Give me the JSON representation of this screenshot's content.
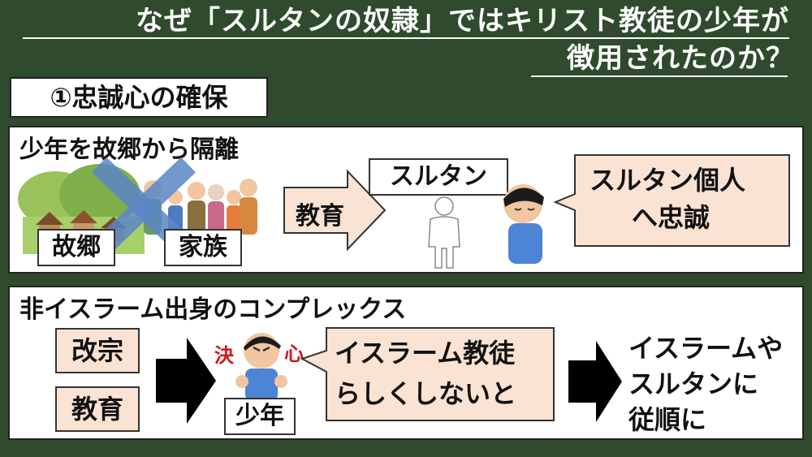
{
  "title": {
    "line1": "なぜ「スルタンの奴隷」ではキリスト教徒の少年が",
    "line2": "徴用されたのか？"
  },
  "section_label": "①忠誠心の確保",
  "panel1": {
    "heading": "少年を故郷から隔離",
    "hometown_label": "故郷",
    "family_label": "家族",
    "arrow_label": "教育",
    "sultan_label": "スルタン",
    "speech": {
      "line1": "スルタン個人",
      "line2": "へ忠誠"
    }
  },
  "panel2": {
    "heading": "非イスラーム出身のコンプレックス",
    "conversion_label": "改宗",
    "education_label": "教育",
    "boy_label": "少年",
    "resolve_chars": {
      "left": "決",
      "right": "心"
    },
    "speech": {
      "line1": "イスラーム教徒",
      "line2": "らしくしないと"
    },
    "result": {
      "line1": "イスラームや",
      "line2": "スルタンに",
      "line3": "従順に"
    }
  },
  "colors": {
    "background": "#2f4a2d",
    "pink_box": "#fbe3d4",
    "cross": "#5b86c5",
    "title_text": "#ffffff"
  }
}
